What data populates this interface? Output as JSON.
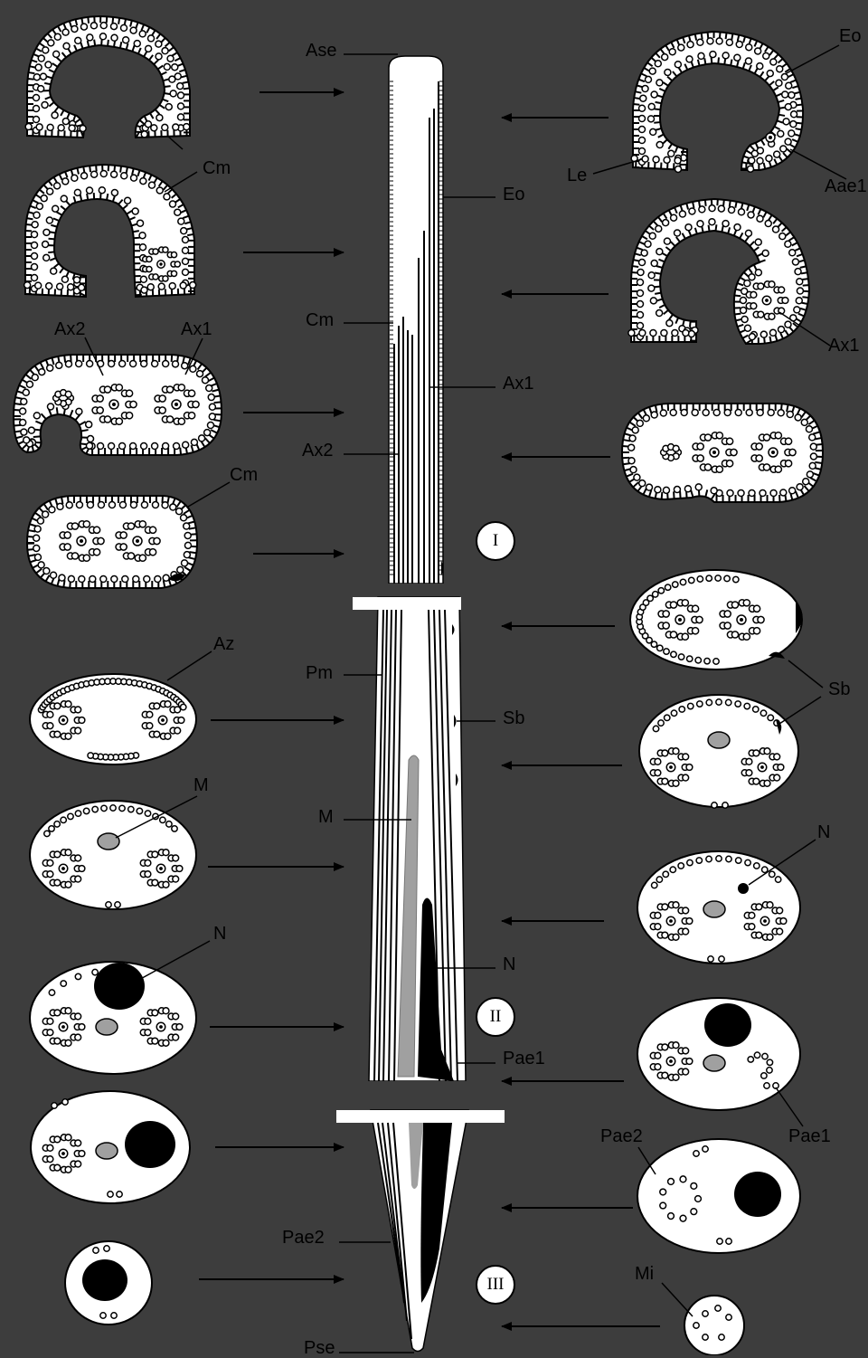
{
  "labels": {
    "ase": "Ase",
    "eo_right": "Eo",
    "eo_mid": "Eo",
    "cm_top": "Cm",
    "cm_mid": "Cm",
    "cm_lower": "Cm",
    "le": "Le",
    "aae1": "Aae1",
    "ax1_right": "Ax1",
    "ax1_mid": "Ax1",
    "ax1_left": "Ax1",
    "ax2_left": "Ax2",
    "ax2_mid": "Ax2",
    "az": "Az",
    "pm": "Pm",
    "sb_mid": "Sb",
    "sb_right": "Sb",
    "m_left": "M",
    "m_mid": "M",
    "n_right": "N",
    "n_left": "N",
    "n_mid": "N",
    "pae1_mid": "Pae1",
    "pae1_right": "Pae1",
    "pae2_right": "Pae2",
    "pae2_mid": "Pae2",
    "mi": "Mi",
    "pse": "Pse"
  },
  "regions": [
    "I",
    "II",
    "III"
  ],
  "colors": {
    "background": "#3d3d3d",
    "cell_fill": "#ffffff",
    "stroke": "#000000",
    "mitochondrion": "#a0a0a0",
    "nucleus": "#000000"
  }
}
